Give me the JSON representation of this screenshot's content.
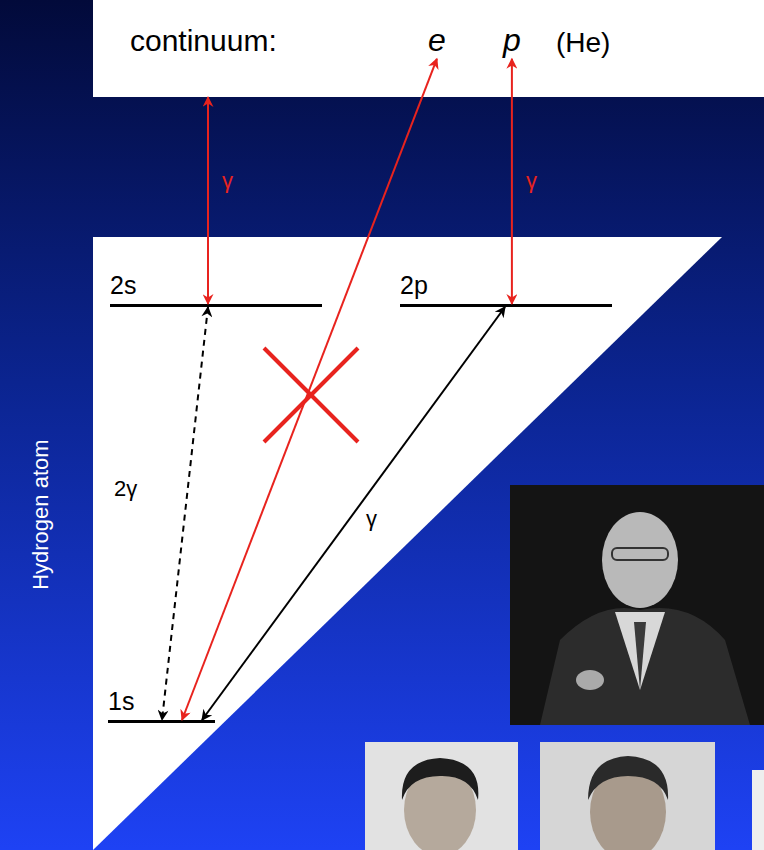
{
  "diagram": {
    "nodes": [
      {
        "text": [
          "continuum:",
          "(He)"
        ]
      },
      {
        "text": [
          "e"
        ],
        "in": 0
      },
      {
        "text": [
          "p"
        ],
        "in": 0
      },
      {
        "text": [
          "2s"
        ]
      },
      {
        "text": [
          "2p"
        ]
      },
      {
        "text": [
          "1s"
        ]
      }
    ],
    "edges": [
      {
        "from": 3,
        "to": 0,
        "arrow": "both",
        "label": "γ"
      },
      {
        "from": 4,
        "to": 2,
        "arrow": "both",
        "label": "γ"
      },
      {
        "from": 5,
        "to": 1,
        "arrow": "both"
      },
      {
        "from": 3,
        "to": 5,
        "arrow": "both",
        "label": "2γ"
      },
      {
        "from": 4,
        "to": 5,
        "arrow": "both",
        "label": "γ"
      }
    ],
    "labels": [
      "Hydrogen atom"
    ]
  }
}
